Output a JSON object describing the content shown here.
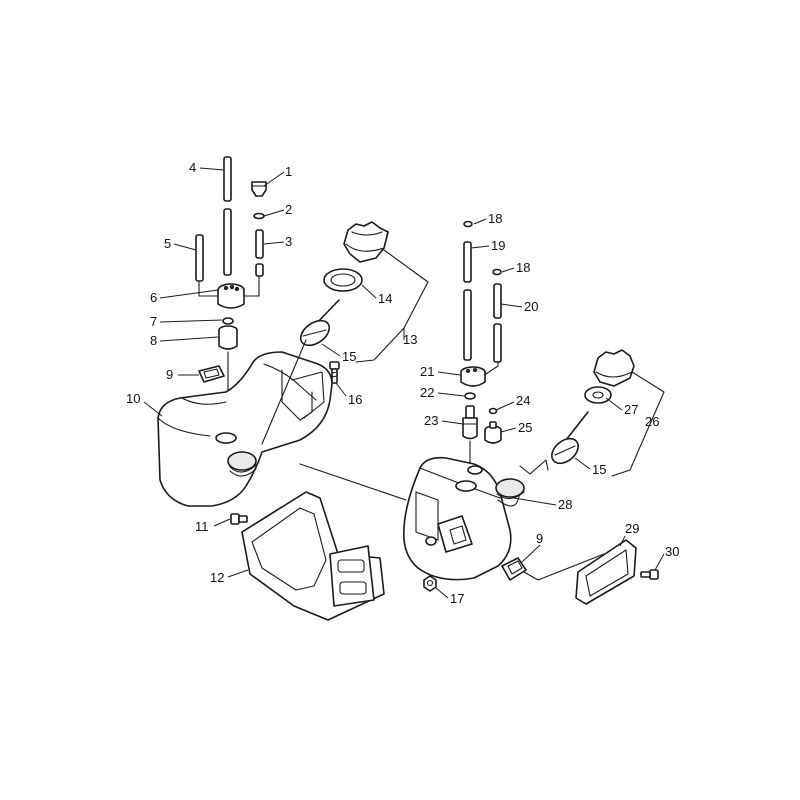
{
  "callouts": [
    {
      "id": "1",
      "text": "1"
    },
    {
      "id": "2",
      "text": "2"
    },
    {
      "id": "3",
      "text": "3"
    },
    {
      "id": "4",
      "text": "4"
    },
    {
      "id": "5",
      "text": "5"
    },
    {
      "id": "6",
      "text": "6"
    },
    {
      "id": "7",
      "text": "7"
    },
    {
      "id": "8",
      "text": "8"
    },
    {
      "id": "9a",
      "text": "9"
    },
    {
      "id": "9b",
      "text": "9"
    },
    {
      "id": "10",
      "text": "10"
    },
    {
      "id": "11",
      "text": "11"
    },
    {
      "id": "12",
      "text": "12"
    },
    {
      "id": "13",
      "text": "13"
    },
    {
      "id": "14",
      "text": "14"
    },
    {
      "id": "15a",
      "text": "15"
    },
    {
      "id": "15b",
      "text": "15"
    },
    {
      "id": "16",
      "text": "16"
    },
    {
      "id": "17",
      "text": "17"
    },
    {
      "id": "18a",
      "text": "18"
    },
    {
      "id": "18b",
      "text": "18"
    },
    {
      "id": "19",
      "text": "19"
    },
    {
      "id": "20",
      "text": "20"
    },
    {
      "id": "21",
      "text": "21"
    },
    {
      "id": "22",
      "text": "22"
    },
    {
      "id": "23",
      "text": "23"
    },
    {
      "id": "24",
      "text": "24"
    },
    {
      "id": "25",
      "text": "25"
    },
    {
      "id": "26",
      "text": "26"
    },
    {
      "id": "27",
      "text": "27"
    },
    {
      "id": "28",
      "text": "28"
    },
    {
      "id": "29",
      "text": "29"
    },
    {
      "id": "30",
      "text": "30"
    }
  ]
}
